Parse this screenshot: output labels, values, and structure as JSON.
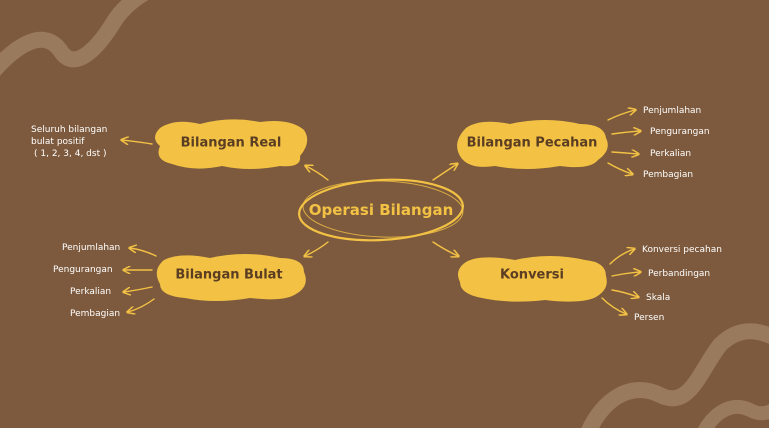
{
  "colors": {
    "background": "#7d5a3d",
    "accent": "#f3c244",
    "swirl": "#9a7a5c",
    "node_text": "#5a3d22",
    "leaf_text": "#ffffff"
  },
  "center": {
    "label": "Operasi Bilangan"
  },
  "branches": {
    "real": {
      "label": "Bilangan Real",
      "note": [
        "Seluruh bilangan",
        "bulat positif",
        "( 1, 2, 3, 4, dst )"
      ]
    },
    "pecahan": {
      "label": "Bilangan Pecahan",
      "items": [
        "Penjumlahan",
        "Pengurangan",
        "Perkalian",
        "Pembagian"
      ]
    },
    "bulat": {
      "label": "Bilangan Bulat",
      "items": [
        "Penjumlahan",
        "Pengurangan",
        "Perkalian",
        "Pembagian"
      ]
    },
    "konversi": {
      "label": "Konversi",
      "items": [
        "Konversi pecahan",
        "Perbandingan",
        "Skala",
        "Persen"
      ]
    }
  }
}
